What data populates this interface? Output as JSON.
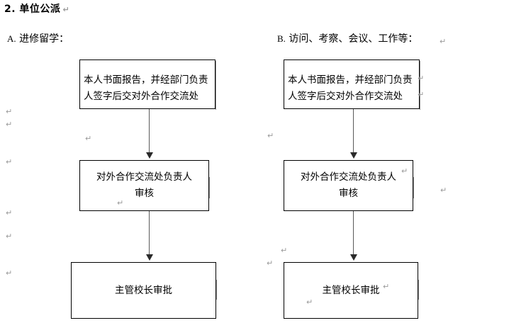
{
  "document": {
    "title": "2. 单位公派",
    "pilcrow_glyph": "↵"
  },
  "sections": [
    {
      "id": "A",
      "marker": "A.",
      "label": "进修留学：",
      "boxes": [
        {
          "id": "a1",
          "lines": [
            "本人书面报告，并经部门负责",
            "人签字后交对外合作交流处"
          ]
        },
        {
          "id": "a2",
          "lines": [
            "对外合作交流处负责人",
            "审核"
          ]
        },
        {
          "id": "a3",
          "lines": [
            "主管校长审批"
          ]
        }
      ]
    },
    {
      "id": "B",
      "marker": "B.",
      "label": "访问、考察、会议、工作等：",
      "boxes": [
        {
          "id": "b1",
          "lines": [
            "本人书面报告，并经部门负责",
            "人签字后交对外合作交流处"
          ]
        },
        {
          "id": "b2",
          "lines": [
            "对外合作交流处负责人",
            "审核"
          ]
        },
        {
          "id": "b3",
          "lines": [
            "主管校长审批"
          ]
        }
      ]
    }
  ],
  "colors": {
    "box_border": "#000000",
    "connector": "#5a5a5a",
    "arrow_head": "#2a2a2a",
    "pilcrow": "#9a9a9a",
    "text": "#000000",
    "background": "#ffffff"
  }
}
